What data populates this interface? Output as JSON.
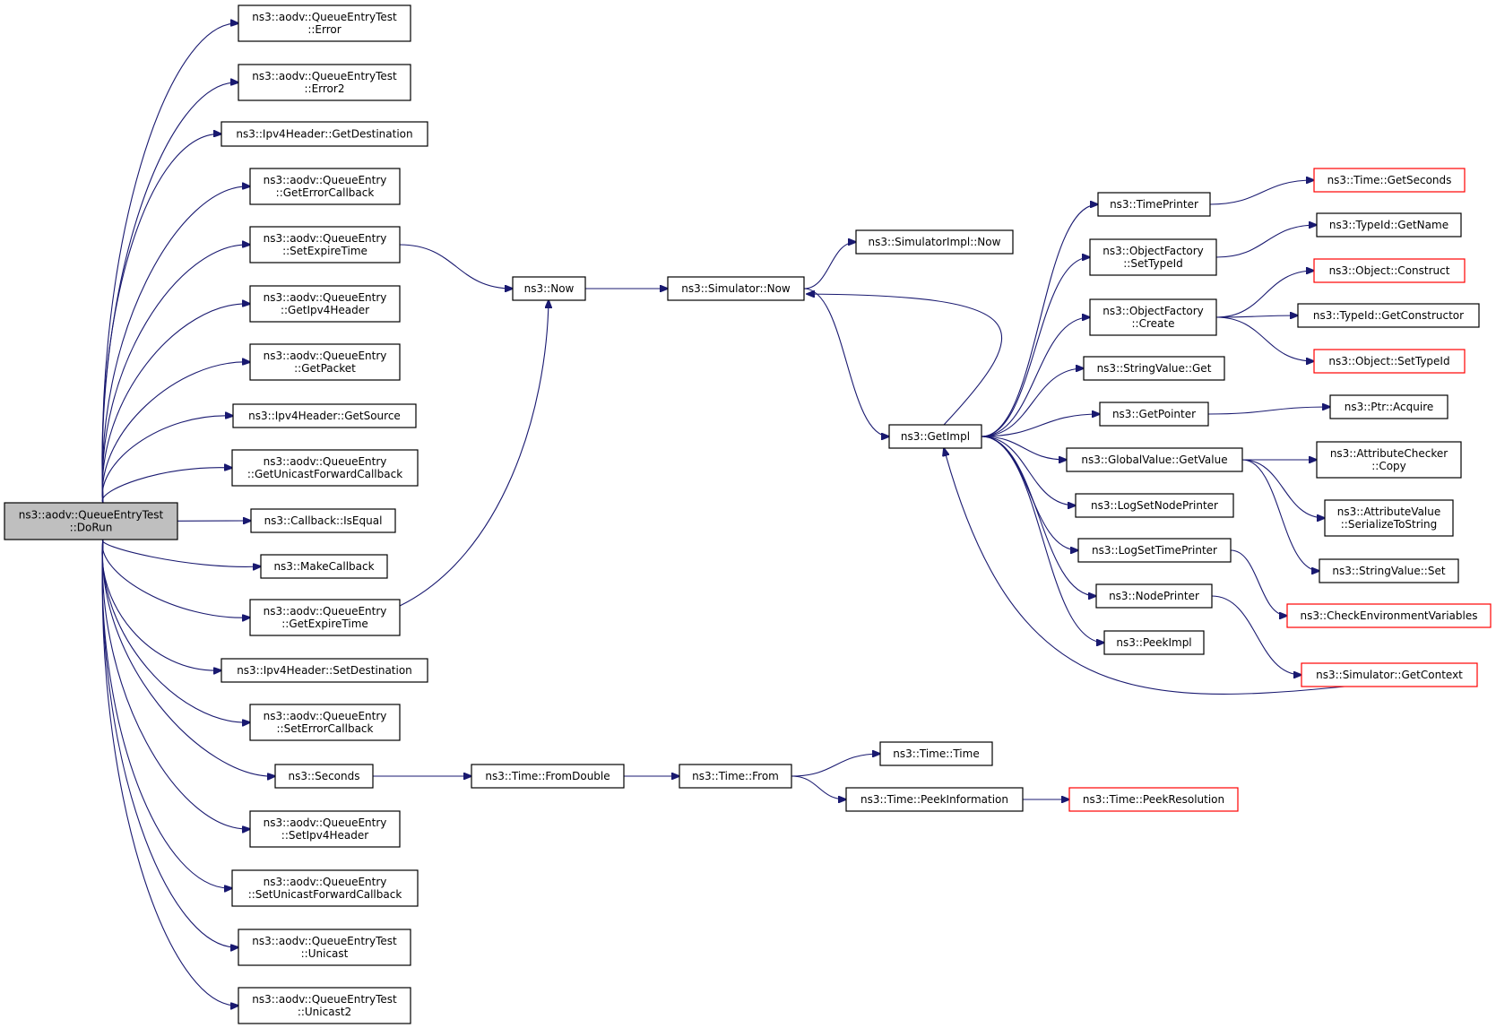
{
  "diagram": {
    "nodes": [
      {
        "id": "root",
        "lines": [
          "ns3::aodv::QueueEntryTest",
          "::DoRun"
        ],
        "style": "root"
      },
      {
        "id": "qet_error",
        "lines": [
          "ns3::aodv::QueueEntryTest",
          "::Error"
        ],
        "style": "normal"
      },
      {
        "id": "qet_error2",
        "lines": [
          "ns3::aodv::QueueEntryTest",
          "::Error2"
        ],
        "style": "normal"
      },
      {
        "id": "ipv4_getdest",
        "lines": [
          "ns3::Ipv4Header::GetDestination"
        ],
        "style": "normal"
      },
      {
        "id": "qe_geterrcb",
        "lines": [
          "ns3::aodv::QueueEntry",
          "::GetErrorCallback"
        ],
        "style": "normal"
      },
      {
        "id": "qe_setexpire",
        "lines": [
          "ns3::aodv::QueueEntry",
          "::SetExpireTime"
        ],
        "style": "normal"
      },
      {
        "id": "qe_getipv4",
        "lines": [
          "ns3::aodv::QueueEntry",
          "::GetIpv4Header"
        ],
        "style": "normal"
      },
      {
        "id": "qe_getpacket",
        "lines": [
          "ns3::aodv::QueueEntry",
          "::GetPacket"
        ],
        "style": "normal"
      },
      {
        "id": "ipv4_getsrc",
        "lines": [
          "ns3::Ipv4Header::GetSource"
        ],
        "style": "normal"
      },
      {
        "id": "qe_getucfw",
        "lines": [
          "ns3::aodv::QueueEntry",
          "::GetUnicastForwardCallback"
        ],
        "style": "normal"
      },
      {
        "id": "cb_isequal",
        "lines": [
          "ns3::Callback::IsEqual"
        ],
        "style": "normal"
      },
      {
        "id": "makecallback",
        "lines": [
          "ns3::MakeCallback"
        ],
        "style": "normal"
      },
      {
        "id": "qe_getexpire",
        "lines": [
          "ns3::aodv::QueueEntry",
          "::GetExpireTime"
        ],
        "style": "normal"
      },
      {
        "id": "ipv4_setdest",
        "lines": [
          "ns3::Ipv4Header::SetDestination"
        ],
        "style": "normal"
      },
      {
        "id": "qe_seterrcb",
        "lines": [
          "ns3::aodv::QueueEntry",
          "::SetErrorCallback"
        ],
        "style": "normal"
      },
      {
        "id": "seconds",
        "lines": [
          "ns3::Seconds"
        ],
        "style": "normal"
      },
      {
        "id": "qe_setipv4",
        "lines": [
          "ns3::aodv::QueueEntry",
          "::SetIpv4Header"
        ],
        "style": "normal"
      },
      {
        "id": "qe_setucfw",
        "lines": [
          "ns3::aodv::QueueEntry",
          "::SetUnicastForwardCallback"
        ],
        "style": "normal"
      },
      {
        "id": "qet_unicast",
        "lines": [
          "ns3::aodv::QueueEntryTest",
          "::Unicast"
        ],
        "style": "normal"
      },
      {
        "id": "qet_unicast2",
        "lines": [
          "ns3::aodv::QueueEntryTest",
          "::Unicast2"
        ],
        "style": "normal"
      },
      {
        "id": "now",
        "lines": [
          "ns3::Now"
        ],
        "style": "normal"
      },
      {
        "id": "sim_now",
        "lines": [
          "ns3::Simulator::Now"
        ],
        "style": "normal"
      },
      {
        "id": "simimpl_now",
        "lines": [
          "ns3::SimulatorImpl::Now"
        ],
        "style": "normal"
      },
      {
        "id": "getimpl",
        "lines": [
          "ns3::GetImpl"
        ],
        "style": "normal"
      },
      {
        "id": "timeprinter",
        "lines": [
          "ns3::TimePrinter"
        ],
        "style": "normal"
      },
      {
        "id": "of_settypeid",
        "lines": [
          "ns3::ObjectFactory",
          "::SetTypeId"
        ],
        "style": "normal"
      },
      {
        "id": "of_create",
        "lines": [
          "ns3::ObjectFactory",
          "::Create"
        ],
        "style": "normal"
      },
      {
        "id": "sv_get",
        "lines": [
          "ns3::StringValue::Get"
        ],
        "style": "normal"
      },
      {
        "id": "getpointer",
        "lines": [
          "ns3::GetPointer"
        ],
        "style": "normal"
      },
      {
        "id": "gv_getvalue",
        "lines": [
          "ns3::GlobalValue::GetValue"
        ],
        "style": "normal"
      },
      {
        "id": "logsetnodeprinter",
        "lines": [
          "ns3::LogSetNodePrinter"
        ],
        "style": "normal"
      },
      {
        "id": "logsettimeprinter",
        "lines": [
          "ns3::LogSetTimePrinter"
        ],
        "style": "normal"
      },
      {
        "id": "nodeprinter",
        "lines": [
          "ns3::NodePrinter"
        ],
        "style": "normal"
      },
      {
        "id": "peekimpl",
        "lines": [
          "ns3::PeekImpl"
        ],
        "style": "normal"
      },
      {
        "id": "time_getseconds",
        "lines": [
          "ns3::Time::GetSeconds"
        ],
        "style": "red"
      },
      {
        "id": "typeid_getname",
        "lines": [
          "ns3::TypeId::GetName"
        ],
        "style": "normal"
      },
      {
        "id": "object_construct",
        "lines": [
          "ns3::Object::Construct"
        ],
        "style": "red"
      },
      {
        "id": "typeid_getctor",
        "lines": [
          "ns3::TypeId::GetConstructor"
        ],
        "style": "normal"
      },
      {
        "id": "object_settypeid",
        "lines": [
          "ns3::Object::SetTypeId"
        ],
        "style": "red"
      },
      {
        "id": "ptr_acquire",
        "lines": [
          "ns3::Ptr::Acquire"
        ],
        "style": "normal"
      },
      {
        "id": "ac_copy",
        "lines": [
          "ns3::AttributeChecker",
          "::Copy"
        ],
        "style": "normal"
      },
      {
        "id": "av_serialize",
        "lines": [
          "ns3::AttributeValue",
          "::SerializeToString"
        ],
        "style": "normal"
      },
      {
        "id": "sv_set",
        "lines": [
          "ns3::StringValue::Set"
        ],
        "style": "normal"
      },
      {
        "id": "checkenv",
        "lines": [
          "ns3::CheckEnvironmentVariables"
        ],
        "style": "red"
      },
      {
        "id": "sim_getcontext",
        "lines": [
          "ns3::Simulator::GetContext"
        ],
        "style": "red"
      },
      {
        "id": "time_fromdouble",
        "lines": [
          "ns3::Time::FromDouble"
        ],
        "style": "normal"
      },
      {
        "id": "time_from",
        "lines": [
          "ns3::Time::From"
        ],
        "style": "normal"
      },
      {
        "id": "time_time",
        "lines": [
          "ns3::Time::Time"
        ],
        "style": "normal"
      },
      {
        "id": "time_peekinfo",
        "lines": [
          "ns3::Time::PeekInformation"
        ],
        "style": "normal"
      },
      {
        "id": "time_peekres",
        "lines": [
          "ns3::Time::PeekResolution"
        ],
        "style": "red"
      }
    ],
    "edges": [
      [
        "root",
        "qet_error"
      ],
      [
        "root",
        "qet_error2"
      ],
      [
        "root",
        "ipv4_getdest"
      ],
      [
        "root",
        "qe_geterrcb"
      ],
      [
        "root",
        "qe_setexpire"
      ],
      [
        "root",
        "qe_getipv4"
      ],
      [
        "root",
        "qe_getpacket"
      ],
      [
        "root",
        "ipv4_getsrc"
      ],
      [
        "root",
        "qe_getucfw"
      ],
      [
        "root",
        "cb_isequal"
      ],
      [
        "root",
        "makecallback"
      ],
      [
        "root",
        "qe_getexpire"
      ],
      [
        "root",
        "ipv4_setdest"
      ],
      [
        "root",
        "qe_seterrcb"
      ],
      [
        "root",
        "seconds"
      ],
      [
        "root",
        "qe_setipv4"
      ],
      [
        "root",
        "qe_setucfw"
      ],
      [
        "root",
        "qet_unicast"
      ],
      [
        "root",
        "qet_unicast2"
      ],
      [
        "qe_setexpire",
        "now"
      ],
      [
        "qe_getexpire",
        "now"
      ],
      [
        "now",
        "sim_now"
      ],
      [
        "sim_now",
        "simimpl_now"
      ],
      [
        "sim_now",
        "getimpl"
      ],
      [
        "getimpl",
        "sim_now"
      ],
      [
        "getimpl",
        "timeprinter"
      ],
      [
        "getimpl",
        "of_settypeid"
      ],
      [
        "getimpl",
        "of_create"
      ],
      [
        "getimpl",
        "sv_get"
      ],
      [
        "getimpl",
        "getpointer"
      ],
      [
        "getimpl",
        "gv_getvalue"
      ],
      [
        "getimpl",
        "logsetnodeprinter"
      ],
      [
        "getimpl",
        "logsettimeprinter"
      ],
      [
        "getimpl",
        "nodeprinter"
      ],
      [
        "getimpl",
        "peekimpl"
      ],
      [
        "timeprinter",
        "time_getseconds"
      ],
      [
        "of_settypeid",
        "typeid_getname"
      ],
      [
        "of_create",
        "object_construct"
      ],
      [
        "of_create",
        "typeid_getctor"
      ],
      [
        "of_create",
        "object_settypeid"
      ],
      [
        "getpointer",
        "ptr_acquire"
      ],
      [
        "gv_getvalue",
        "ac_copy"
      ],
      [
        "gv_getvalue",
        "av_serialize"
      ],
      [
        "gv_getvalue",
        "sv_set"
      ],
      [
        "logsettimeprinter",
        "checkenv"
      ],
      [
        "nodeprinter",
        "sim_getcontext"
      ],
      [
        "sim_getcontext",
        "getimpl"
      ],
      [
        "seconds",
        "time_fromdouble"
      ],
      [
        "time_fromdouble",
        "time_from"
      ],
      [
        "time_from",
        "time_time"
      ],
      [
        "time_from",
        "time_peekinfo"
      ],
      [
        "time_peekinfo",
        "time_peekres"
      ]
    ]
  }
}
